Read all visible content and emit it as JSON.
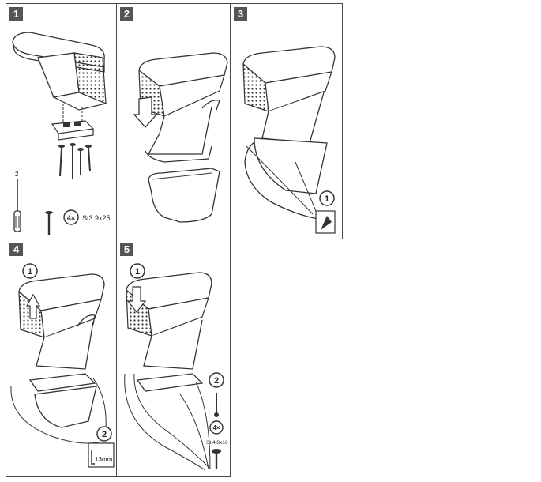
{
  "panels": [
    {
      "number": "1",
      "screw_count": "4×",
      "screw_spec": "St3.9x25",
      "tool_mark": "2"
    },
    {
      "number": "2"
    },
    {
      "number": "3",
      "callout": "1"
    },
    {
      "number": "4",
      "callout_top": "1",
      "callout_bottom": "2",
      "gap_label": "13mm"
    },
    {
      "number": "5",
      "callout_top": "1",
      "callout_bottom": "2",
      "screw_count": "4×",
      "screw_spec": "St 4.8x16"
    }
  ],
  "colors": {
    "border": "#4a4a4a",
    "badge": "#555555",
    "line": "#333333"
  }
}
